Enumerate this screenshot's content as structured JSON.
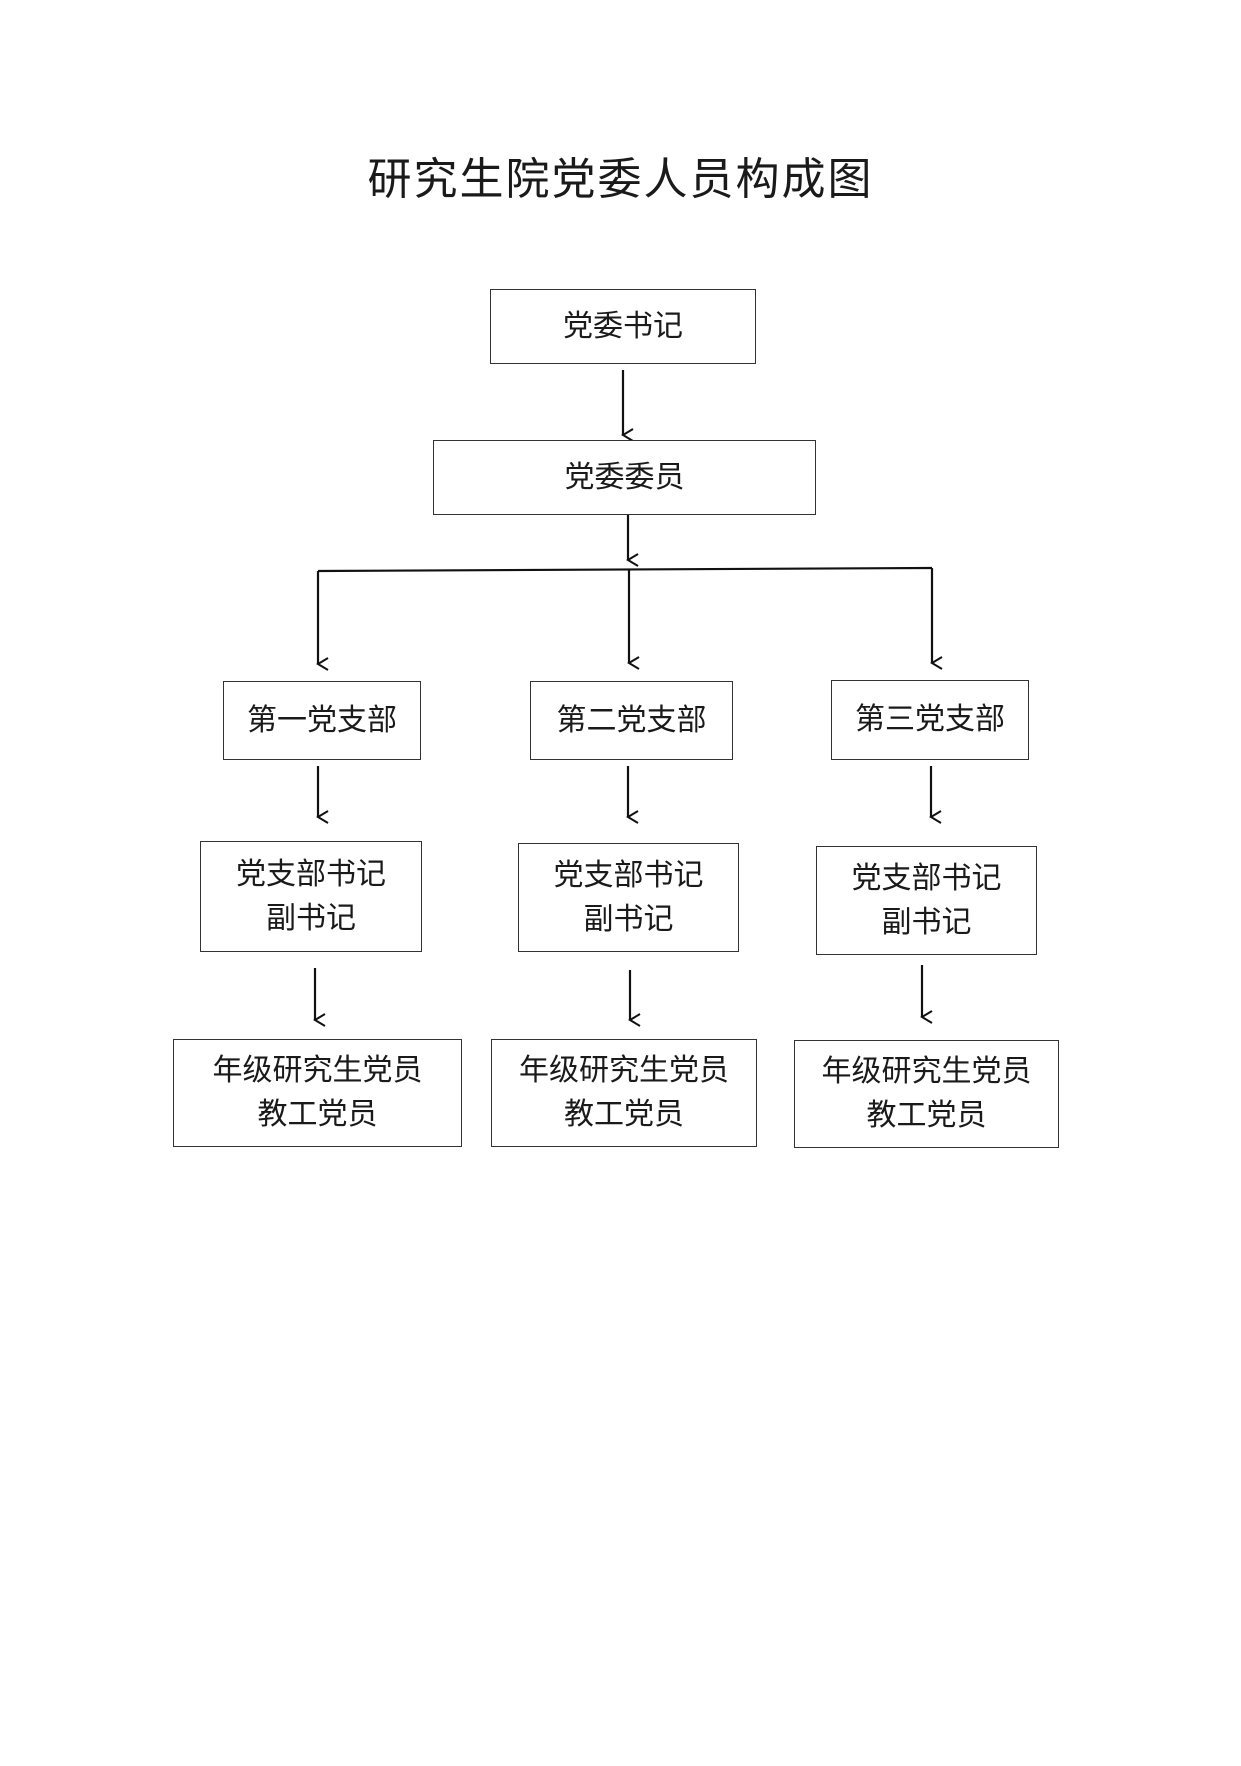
{
  "title": "研究生院党委人员构成图",
  "nodes": {
    "secretary": "党委书记",
    "committee": "党委委员",
    "branches": [
      {
        "name": "第一党支部",
        "leaders": [
          "党支部书记",
          "副书记"
        ],
        "members": [
          "年级研究生党员",
          "教工党员"
        ]
      },
      {
        "name": "第二党支部",
        "leaders": [
          "党支部书记",
          "副书记"
        ],
        "members": [
          "年级研究生党员",
          "教工党员"
        ]
      },
      {
        "name": "第三党支部",
        "leaders": [
          "党支部书记",
          "副书记"
        ],
        "members": [
          "年级研究生党员",
          "教工党员"
        ]
      }
    ]
  }
}
